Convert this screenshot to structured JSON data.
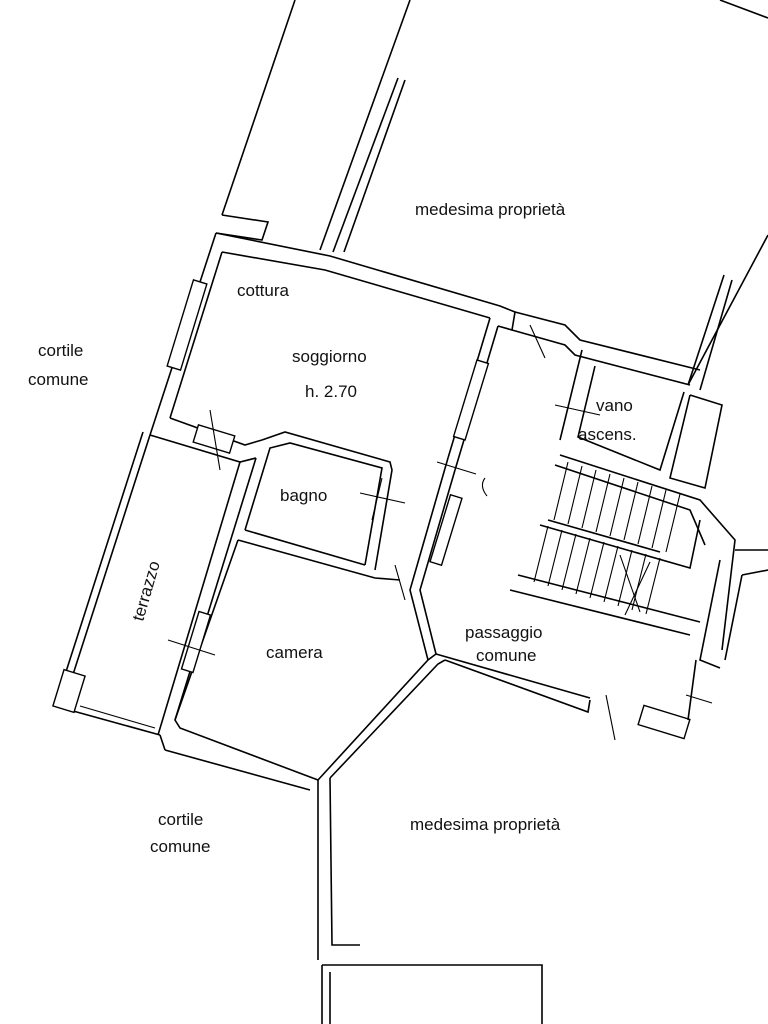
{
  "labels": {
    "medesima_top": "medesima proprietà",
    "medesima_bottom": "medesima proprietà",
    "cortile_left_1": "cortile",
    "cortile_left_2": "comune",
    "cortile_bottom_1": "cortile",
    "cortile_bottom_2": "comune",
    "cottura": "cottura",
    "soggiorno": "soggiorno",
    "height": "h. 2.70",
    "vano_1": "vano",
    "vano_2": "ascens.",
    "bagno": "bagno",
    "terrazzo": "terrazzo",
    "camera": "camera",
    "passaggio_1": "passaggio",
    "passaggio_2": "comune"
  }
}
